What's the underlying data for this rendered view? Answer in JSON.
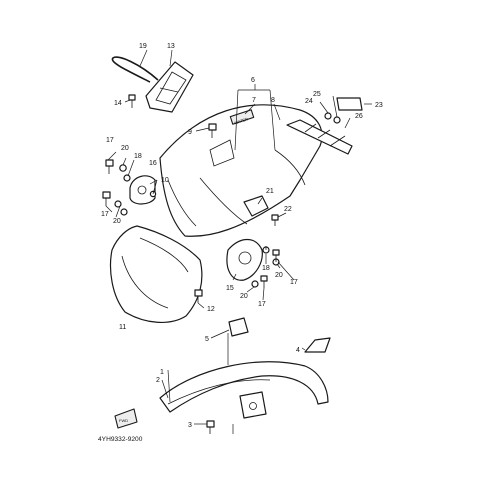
{
  "callouts": {
    "n1": "1",
    "n2": "2",
    "n3": "3",
    "n4": "4",
    "n5": "5",
    "n6": "6",
    "n7": "7",
    "n8": "8",
    "n9": "9",
    "n10": "10",
    "n11": "11",
    "n12": "12",
    "n13": "13",
    "n14": "14",
    "n15": "15",
    "n16": "16",
    "n17a": "17",
    "n17b": "17",
    "n17c": "17",
    "n17d": "17",
    "n18a": "18",
    "n18b": "18",
    "n19": "19",
    "n20a": "20",
    "n20b": "20",
    "n20c": "20",
    "n20d": "20",
    "n21": "21",
    "n22": "22",
    "n23": "23",
    "n24": "24",
    "n25": "25",
    "n26": "26"
  },
  "emblem_text": "FWD",
  "drawing_code": "4YH9332-9200"
}
